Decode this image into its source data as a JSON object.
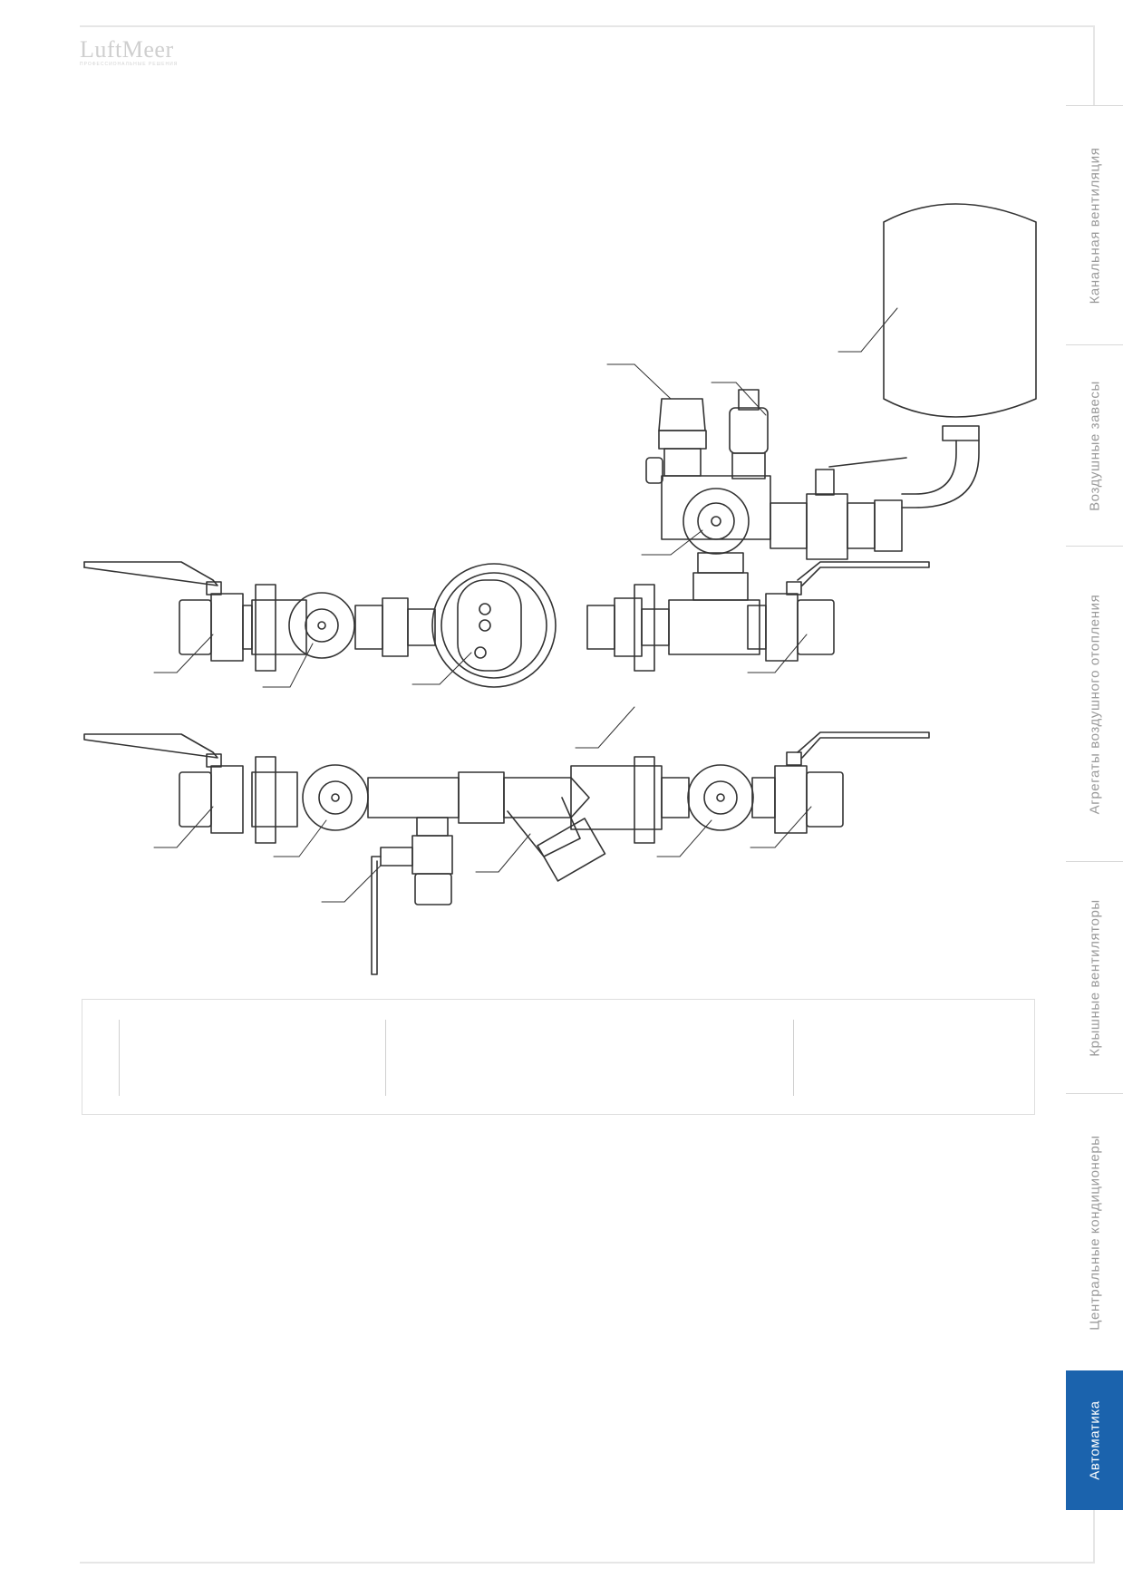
{
  "logo": {
    "brand": "LuftMeer",
    "tagline": "ПРОФЕССИОНАЛЬНЫЕ РЕШЕНИЯ"
  },
  "sidebar": {
    "tabs": [
      {
        "label": "Канальная вентиляция",
        "active": false
      },
      {
        "label": "Воздушные завесы",
        "active": false
      },
      {
        "label": "Агрегаты воздушного отопления",
        "active": false
      },
      {
        "label": "Крышные вентиляторы",
        "active": false
      },
      {
        "label": "Центральные кондиционеры",
        "active": false
      },
      {
        "label": "Автоматика",
        "active": true
      }
    ],
    "active_color": "#1b63ad"
  },
  "figure": {
    "type": "mixing-unit-line-drawing",
    "stroke_color": "#333333"
  },
  "spec_table": {
    "columns": 4
  }
}
